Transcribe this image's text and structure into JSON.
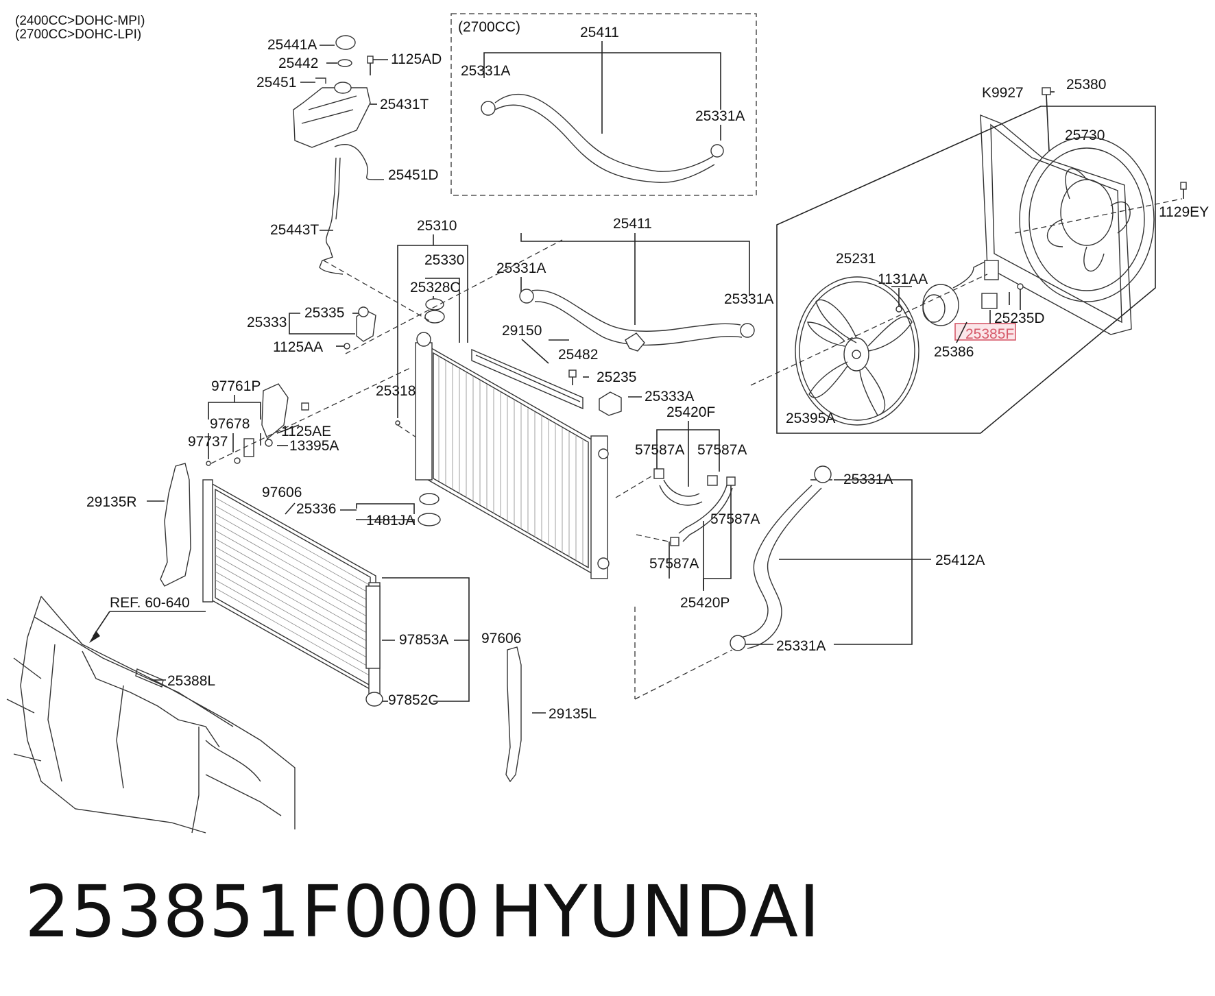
{
  "header_notes": [
    "(2400CC>DOHC-MPI)",
    "(2700CC>DOHC-LPI)"
  ],
  "inset_2700cc": {
    "title": "(2700CC)",
    "labels": [
      "25411",
      "25331A",
      "25331A"
    ]
  },
  "fan_assembly": {
    "labels": [
      "K9927",
      "25380",
      "25730",
      "1129EY",
      "25231",
      "1131AA",
      "25235D",
      "25386",
      "25395A"
    ],
    "highlighted_label": "25385F"
  },
  "reservoir": {
    "labels": [
      "25441A",
      "25442",
      "1125AD",
      "25451",
      "25431T",
      "25451D",
      "25443T"
    ]
  },
  "radiator": {
    "labels": [
      "25310",
      "25330",
      "25328C",
      "25333",
      "25335",
      "1125AA",
      "25318",
      "25411",
      "25331A",
      "25331A",
      "29150",
      "25482",
      "25235",
      "25333A"
    ]
  },
  "hoses": {
    "labels": [
      "25420F",
      "57587A",
      "57587A",
      "57587A",
      "57587A",
      "25420P",
      "25331A",
      "25412A",
      "25331A"
    ]
  },
  "condenser": {
    "labels": [
      "97761P",
      "97678",
      "97737",
      "1125AE",
      "13395A",
      "29135R",
      "97606",
      "25336",
      "1481JA",
      "97853A",
      "97606",
      "97852C",
      "29135L"
    ]
  },
  "body_ref": {
    "labels": [
      "REF. 60-640",
      "25388L"
    ]
  },
  "caption": {
    "part_number": "253851F000",
    "brand": "HYUNDAI"
  },
  "colors": {
    "highlight": "#d65a6a",
    "ink": "#111111"
  }
}
